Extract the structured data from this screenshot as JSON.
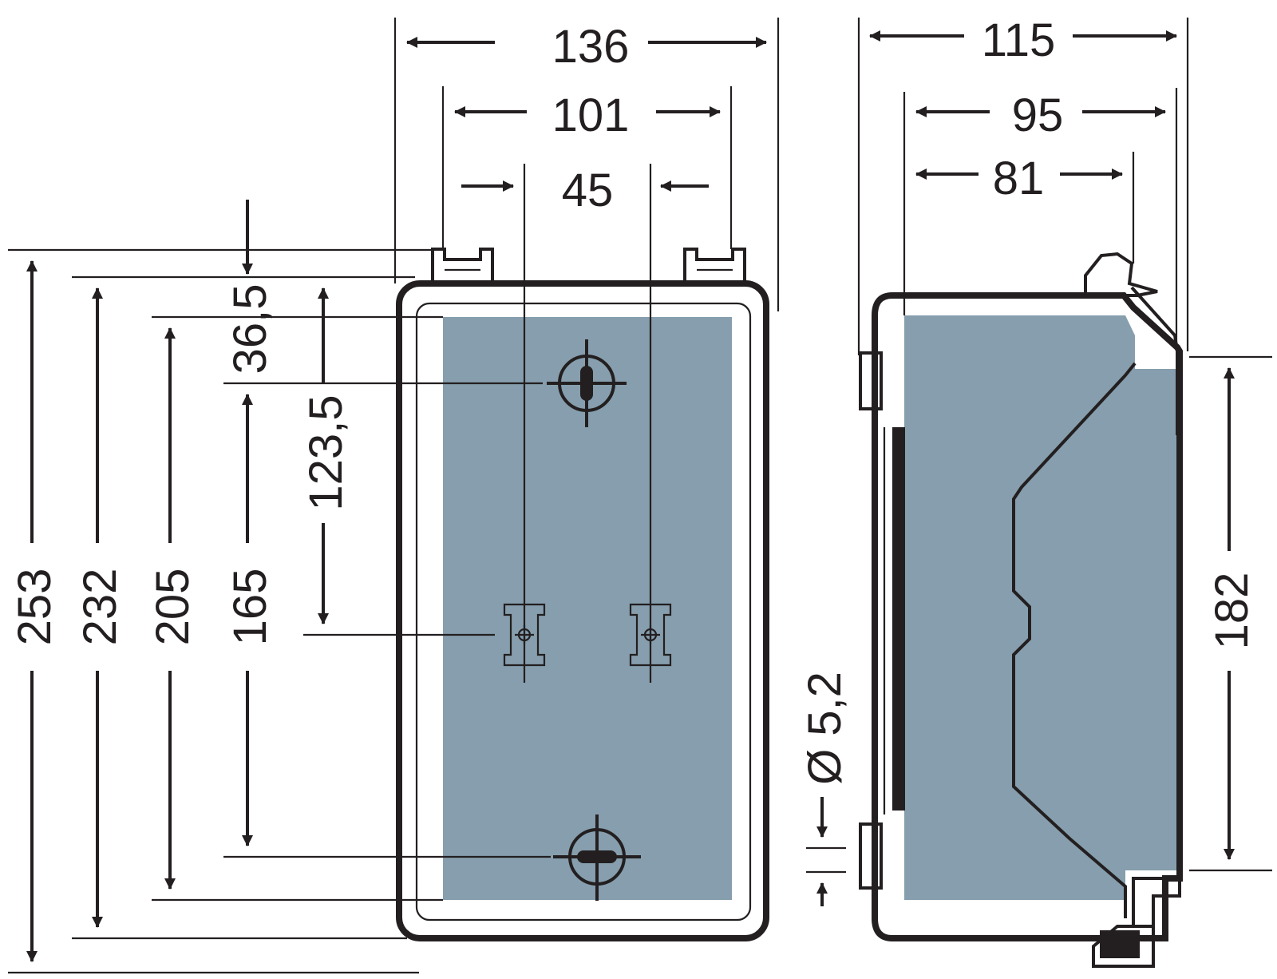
{
  "colors": {
    "ink": "#231f20",
    "panel_fill": "#869ead",
    "background": "#ffffff"
  },
  "dimensions": {
    "front": {
      "width_total": "136",
      "width_mount": "101",
      "width_rail": "45",
      "height_253": "253",
      "height_232": "232",
      "height_205": "205",
      "height_165": "165",
      "height_123": "123,5",
      "height_36": "36,5"
    },
    "side": {
      "depth_total": "115",
      "depth_95": "95",
      "depth_81": "81",
      "height_182": "182",
      "hole_diameter": "Ø 5,2"
    }
  },
  "icons": {
    "keyhole_top": "keyhole-mount-icon",
    "keyhole_bottom": "keyhole-mount-icon",
    "rail_clip_left": "din-rail-clip-icon",
    "rail_clip_right": "din-rail-clip-icon"
  }
}
